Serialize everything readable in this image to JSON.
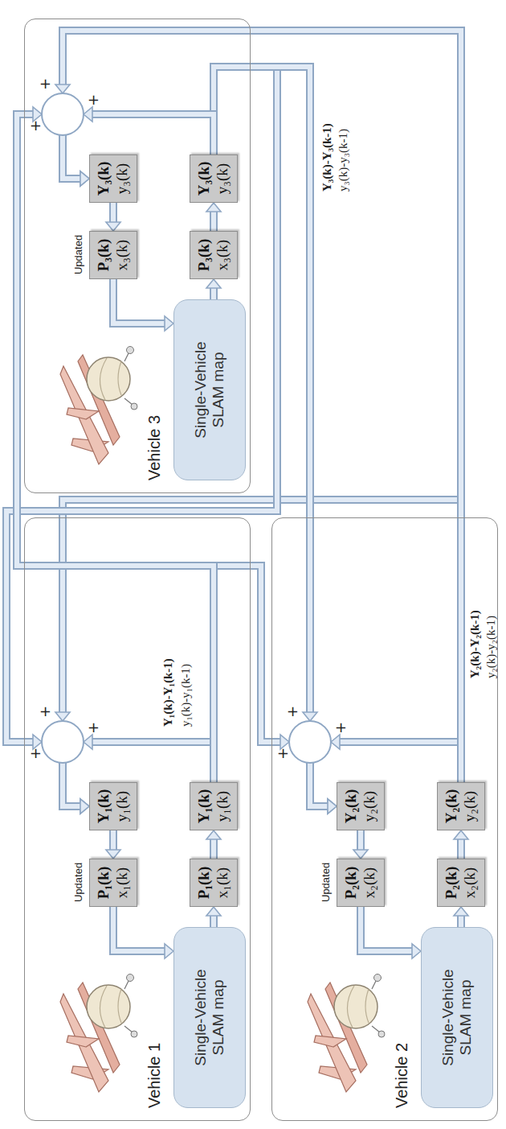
{
  "diagram": {
    "nodes": [
      {
        "text": [
          "Vehicle 1"
        ]
      },
      {
        "text": [
          "Single-Vehicle SLAM map"
        ],
        "in": 0
      },
      {
        "text": [
          "P₁(k)",
          "x₁(k)"
        ],
        "in": 0
      },
      {
        "text": [
          "Y₁(k)",
          "y₁(k)"
        ],
        "in": 0
      },
      {
        "text": [
          "P₁(k)",
          "x₁(k)"
        ],
        "in": 0
      },
      {
        "text": [
          "Y₁(k)",
          "y₁(k)"
        ],
        "in": 0
      },
      {
        "text": [
          "Vehicle 2"
        ]
      },
      {
        "text": [
          "Single-Vehicle SLAM map"
        ],
        "in": 6
      },
      {
        "text": [
          "P₂(k)",
          "x₂(k)"
        ],
        "in": 6
      },
      {
        "text": [
          "Y₂(k)",
          "y₂(k)"
        ],
        "in": 6
      },
      {
        "text": [
          "P₂(k)",
          "x₂(k)"
        ],
        "in": 6
      },
      {
        "text": [
          "Y₂(k)",
          "y₂(k)"
        ],
        "in": 6
      },
      {
        "text": [
          "Vehicle 3"
        ]
      },
      {
        "text": [
          "Single-Vehicle SLAM map"
        ],
        "in": 12
      },
      {
        "text": [
          "P₃(k)",
          "x₃(k)"
        ],
        "in": 12
      },
      {
        "text": [
          "Y₃(k)",
          "y₃(k)"
        ],
        "in": 12
      },
      {
        "text": [
          "P₃(k)",
          "x₃(k)"
        ],
        "in": 12
      },
      {
        "text": [
          "Y₃(k)",
          "y₃(k)"
        ],
        "in": 12
      }
    ],
    "edges": [
      {
        "from": 1,
        "to": 4,
        "arrow": "to"
      },
      {
        "from": 4,
        "to": 5,
        "arrow": "to"
      },
      {
        "from": 3,
        "to": 2,
        "arrow": "to"
      },
      {
        "from": 2,
        "to": 1,
        "arrow": "to"
      },
      {
        "from": 7,
        "to": 10,
        "arrow": "to"
      },
      {
        "from": 10,
        "to": 11,
        "arrow": "to"
      },
      {
        "from": 9,
        "to": 8,
        "arrow": "to"
      },
      {
        "from": 8,
        "to": 7,
        "arrow": "to"
      },
      {
        "from": 13,
        "to": 16,
        "arrow": "to"
      },
      {
        "from": 16,
        "to": 17,
        "arrow": "to"
      },
      {
        "from": 15,
        "to": 14,
        "arrow": "to"
      },
      {
        "from": 14,
        "to": 13,
        "arrow": "to"
      },
      {
        "from": 5,
        "to": 3,
        "arrow": "to"
      },
      {
        "from": 11,
        "to": 3,
        "arrow": "to"
      },
      {
        "from": 17,
        "to": 3,
        "arrow": "to"
      },
      {
        "from": 5,
        "to": 9,
        "arrow": "to"
      },
      {
        "from": 11,
        "to": 9,
        "arrow": "to"
      },
      {
        "from": 17,
        "to": 9,
        "arrow": "to"
      },
      {
        "from": 5,
        "to": 15,
        "arrow": "to"
      },
      {
        "from": 11,
        "to": 15,
        "arrow": "to"
      },
      {
        "from": 17,
        "to": 15,
        "arrow": "to"
      }
    ],
    "labels": [
      "Updated",
      "Y₁(k)-Y₁(k-1)",
      "y₁(k)-y₁(k-1)",
      "+",
      "+",
      "+",
      "Updated",
      "Y₂(k)-Y₂(k-1)",
      "y₂(k)-y₂(k-1)",
      "+",
      "+",
      "+",
      "Updated",
      "Y₃(k)-Y₃(k-1)",
      "y₃(k)-y₃(k-1)",
      "+",
      "+",
      "+"
    ]
  }
}
